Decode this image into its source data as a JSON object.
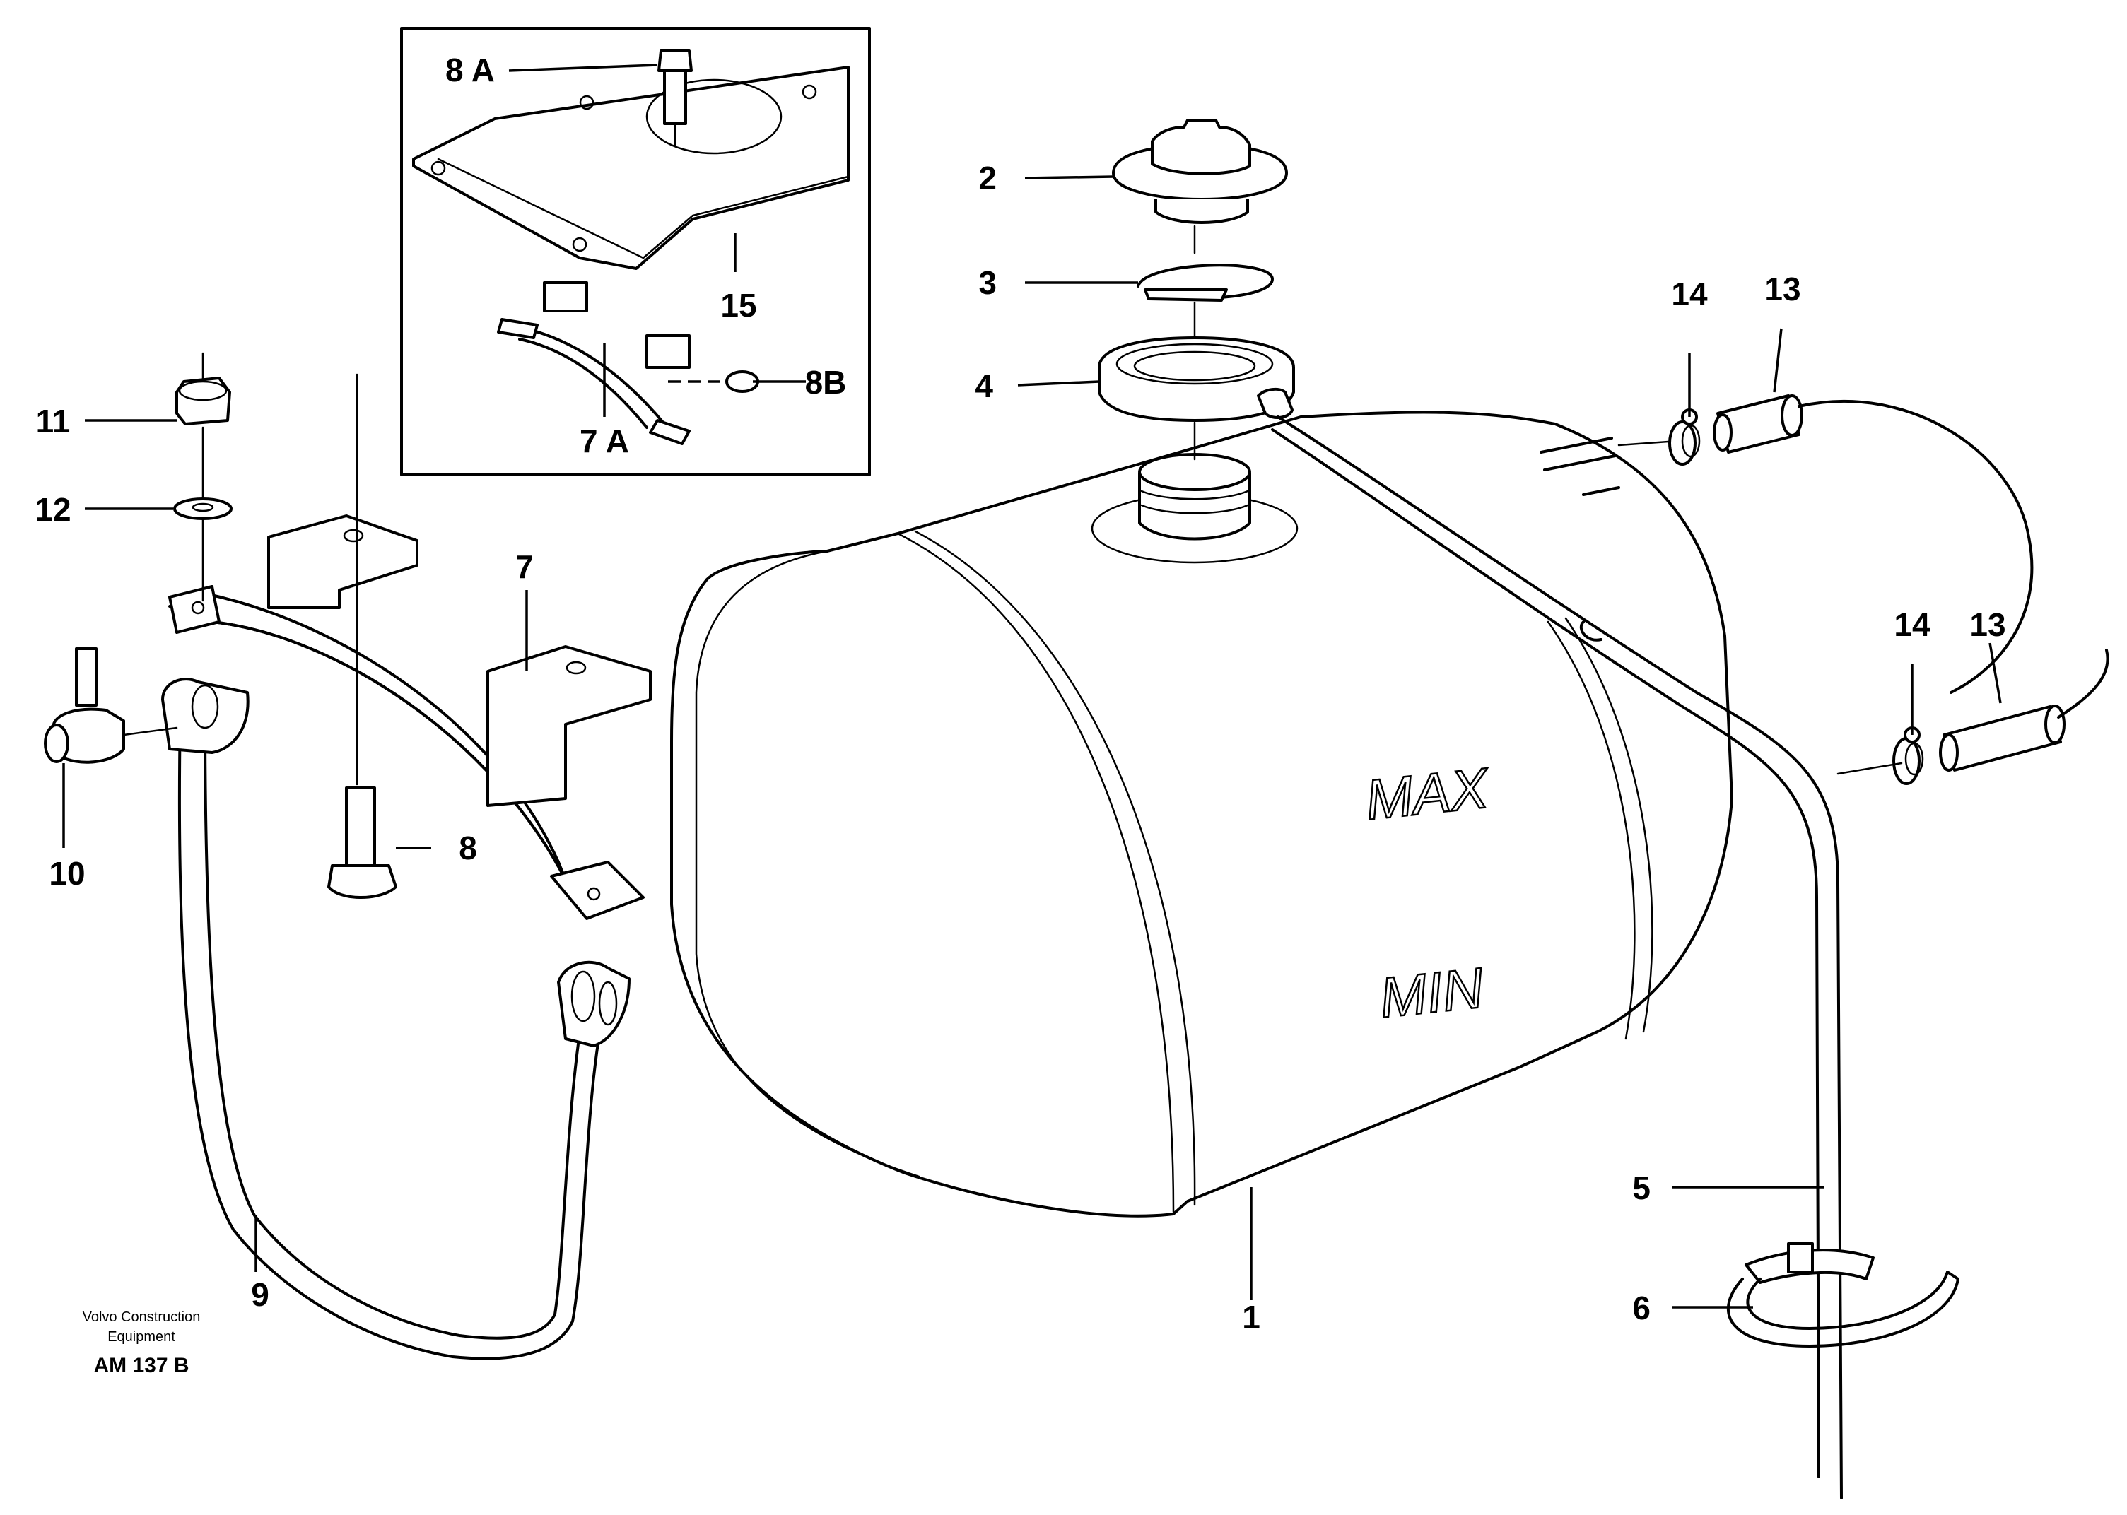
{
  "callouts": {
    "c1": "1",
    "c2": "2",
    "c3": "3",
    "c4": "4",
    "c5": "5",
    "c6": "6",
    "c7": "7",
    "c7a": "7 A",
    "c8": "8",
    "c8a": "8 A",
    "c8b": "8B",
    "c9": "9",
    "c10": "10",
    "c11": "11",
    "c12": "12",
    "c13a": "13",
    "c13b": "13",
    "c14a": "14",
    "c14b": "14",
    "c15": "15"
  },
  "tank_markings": {
    "max": "MAX",
    "min": "MIN"
  },
  "credit": {
    "line1": "Volvo Construction",
    "line2": "Equipment",
    "ref": "AM 137 B"
  }
}
